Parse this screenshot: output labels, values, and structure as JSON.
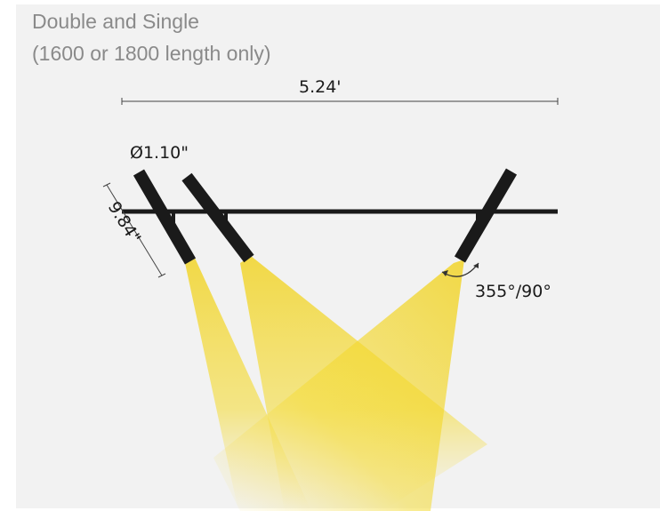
{
  "title": {
    "line1": "Double and Single",
    "line2": "(1600 or 1800 length only)"
  },
  "dimensions": {
    "total_length": "5.24'",
    "diameter": "Ø1.10\"",
    "height": "9.84\"",
    "rotation": "355°/90°"
  },
  "colors": {
    "background": "#f2f2f2",
    "title_text": "#8a8a8a",
    "fixture": "#1a1a1a",
    "light_beam": "#f3d21f"
  },
  "fixtures": [
    {
      "name": "left-spotlight-1"
    },
    {
      "name": "left-spotlight-2"
    },
    {
      "name": "right-spotlight"
    }
  ]
}
